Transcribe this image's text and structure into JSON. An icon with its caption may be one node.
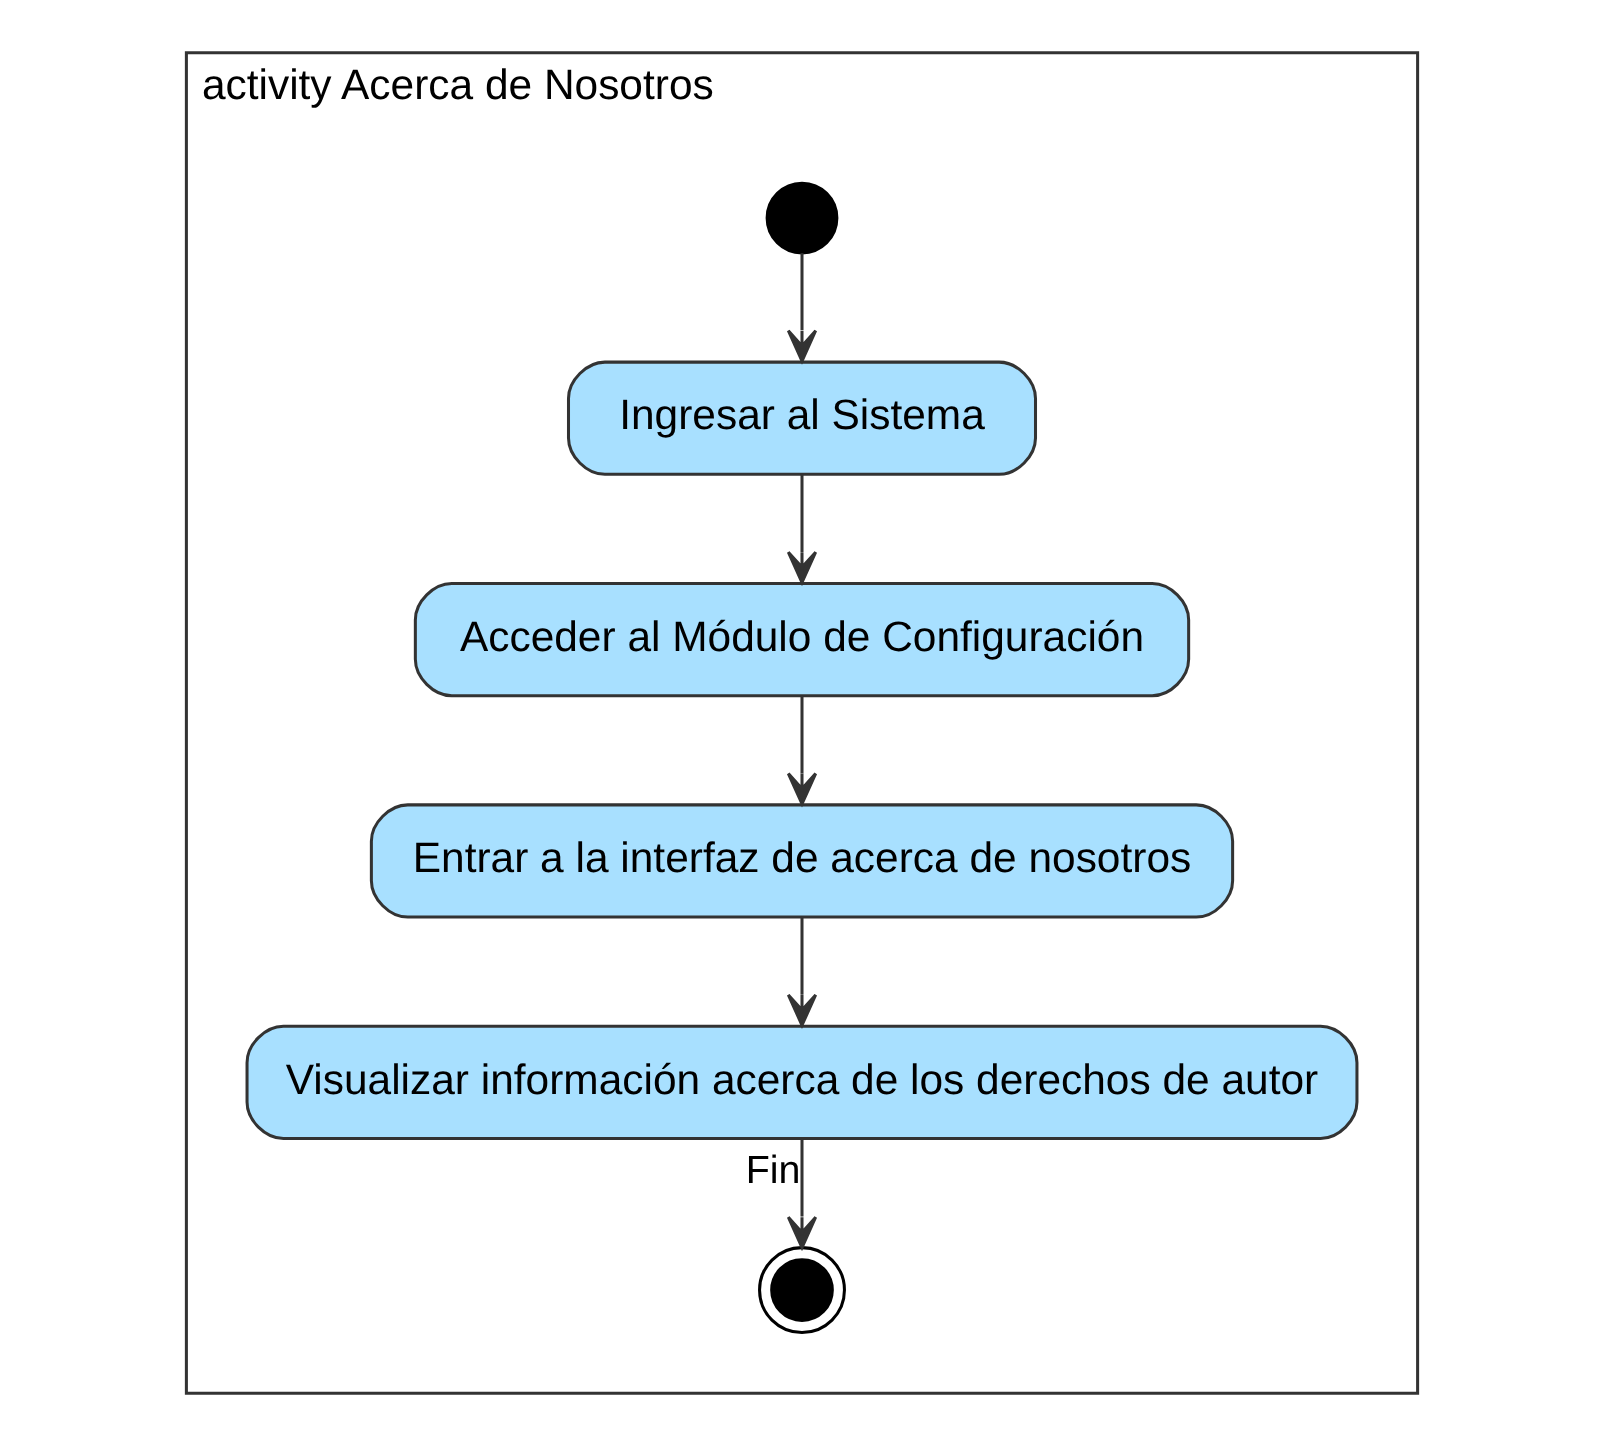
{
  "diagram": {
    "nodes": [
      {
        "text": [
          "activity Acerca de Nosotros"
        ]
      },
      {
        "text": [],
        "shape": "circle",
        "in": 0
      },
      {
        "text": [
          "Ingresar al Sistema"
        ],
        "in": 0
      },
      {
        "text": [
          "Acceder al Módulo de Configuración"
        ],
        "in": 0
      },
      {
        "text": [
          "Entrar a la interfaz de acerca de nosotros"
        ],
        "in": 0
      },
      {
        "text": [
          "Visualizar información acerca de los derechos de autor"
        ],
        "in": 0
      },
      {
        "text": [],
        "shape": "circle",
        "in": 0
      }
    ],
    "edges": [
      {
        "from": 1,
        "to": 2,
        "arrow": "to"
      },
      {
        "from": 2,
        "to": 3,
        "arrow": "to"
      },
      {
        "from": 3,
        "to": 4,
        "arrow": "to"
      },
      {
        "from": 4,
        "to": 5,
        "arrow": "to"
      },
      {
        "from": 5,
        "to": 6,
        "arrow": "to",
        "label": "Fin"
      }
    ]
  }
}
